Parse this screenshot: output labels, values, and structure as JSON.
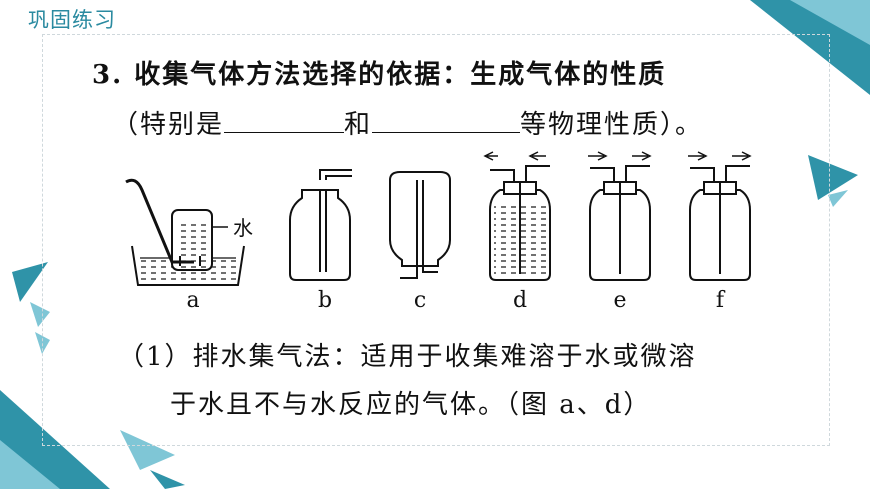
{
  "header": {
    "title": "巩固练习"
  },
  "question": {
    "line1": "3. 收集气体方法选择的依据：生成气体的性质",
    "line2_prefix": "（特别是",
    "line2_mid": "和",
    "line2_suffix": "等物理性质）。"
  },
  "figure": {
    "water_label": "水",
    "labels": [
      "a",
      "b",
      "c",
      "d",
      "e",
      "f"
    ]
  },
  "answer": {
    "line1": "（1）排水集气法：适用于收集难溶于水或微溶",
    "line2": "于水且不与水反应的气体。（图 a、d）"
  },
  "colors": {
    "accent": "#2a8aa0",
    "accent_light": "#7fc6d6"
  }
}
